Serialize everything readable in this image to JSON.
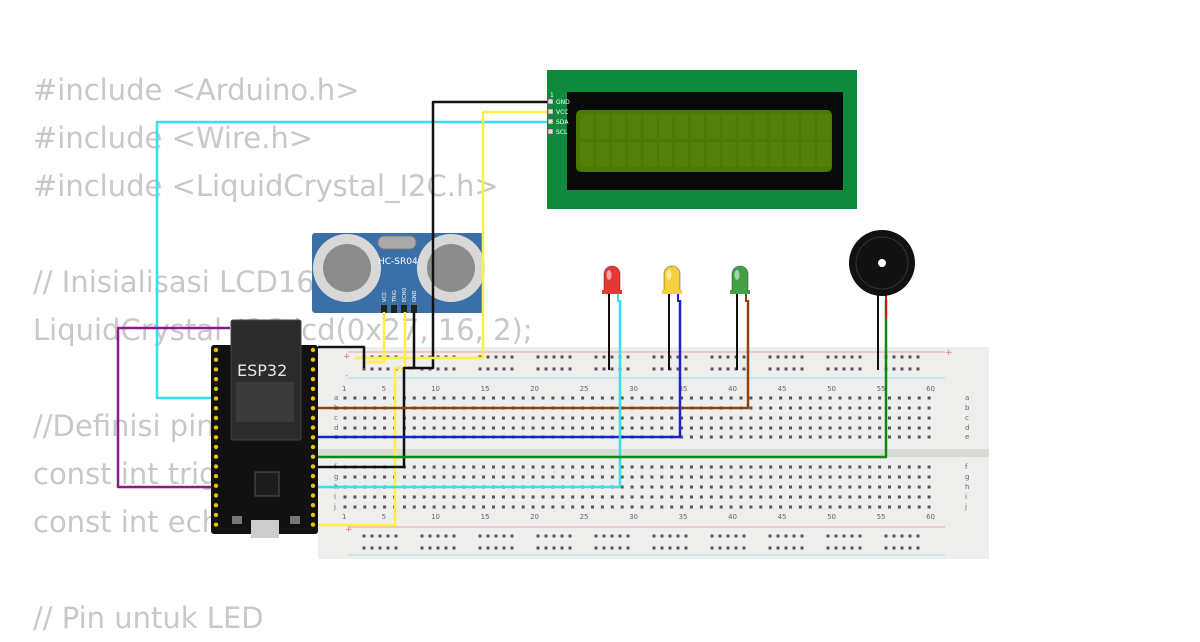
{
  "code": {
    "lines": [
      "#include <Arduino.h>",
      "#include <Wire.h>",
      "#include <LiquidCrystal_I2C.h>",
      "",
      "// Inisialisasi LCD1602",
      "LiquidCrystal_I2C lcd(0x27, 16, 2);",
      "",
      "//Definisi pin",
      "const int trigPin",
      "const int echoPin",
      "",
      "// Pin untuk LED"
    ]
  },
  "lcd": {
    "pins": [
      "GND",
      "VCC",
      "SDA",
      "SCL"
    ],
    "pin1_label": "1"
  },
  "sensor": {
    "name": "HC-SR04",
    "pins": [
      "VCC",
      "TRIG",
      "ECHO",
      "GND"
    ]
  },
  "board": {
    "label": "ESP32"
  },
  "breadboard": {
    "col_labels": [
      "1",
      "5",
      "10",
      "15",
      "20",
      "25",
      "30",
      "35",
      "40",
      "45",
      "50",
      "55",
      "60"
    ],
    "rows_top": [
      "a",
      "b",
      "c",
      "d",
      "e"
    ],
    "rows_bottom": [
      "f",
      "g",
      "h",
      "i",
      "j"
    ],
    "rail_plus": "+",
    "rail_minus": "-"
  },
  "leds": [
    {
      "name": "red-led",
      "color": "#e53935"
    },
    {
      "name": "yellow-led",
      "color": "#f4d03f"
    },
    {
      "name": "green-led",
      "color": "#43a047"
    }
  ],
  "wire_colors": {
    "cyan": "#33e0ee",
    "yellow": "#ffee44",
    "black": "#111111",
    "purple": "#8a1a8a",
    "brown": "#8b4513",
    "blue": "#1a22c8",
    "green": "#118811",
    "red": "#dd1111"
  }
}
